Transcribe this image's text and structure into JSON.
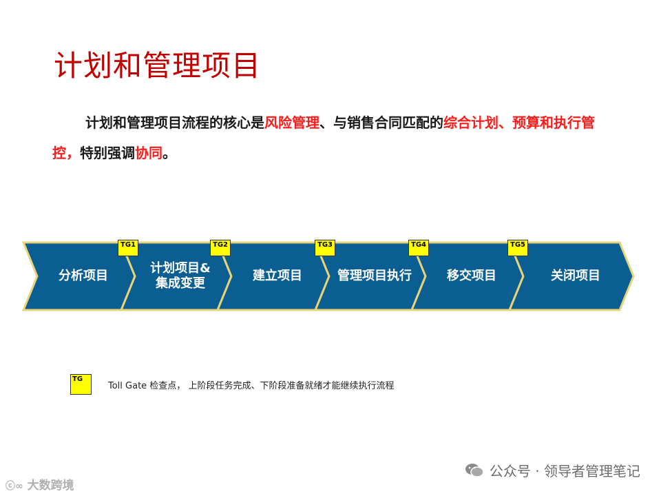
{
  "title": "计划和管理项目",
  "intro": {
    "p1": "计划和管理项目流程的核心是",
    "h1": "风险管理",
    "p2": "、与销售合同匹配的",
    "h2": "综合计划、预算和执行管控，",
    "p3": "特别强调",
    "h3": "协同",
    "p4": "。"
  },
  "stages": [
    {
      "label": "分析项目"
    },
    {
      "label": "计划项目&\n集成变更"
    },
    {
      "label": "建立项目"
    },
    {
      "label": "管理项目执行"
    },
    {
      "label": "移交项目"
    },
    {
      "label": "关闭项目"
    }
  ],
  "gates": [
    "TG1",
    "TG2",
    "TG3",
    "TG4",
    "TG5"
  ],
  "legend": {
    "box_label": "TG",
    "text": "Toll Gate 检查点， 上阶段任务完成、下阶段准备就绪才能继续执行流程"
  },
  "watermarks": {
    "right": "公众号 · 领导者管理笔记",
    "left": "大数跨境"
  },
  "colors": {
    "title": "#c00000",
    "highlight": "#ff1a1a",
    "chevron_fill": "#0a5e91",
    "chevron_border": "#e8d37a",
    "gate_fill": "#ffff00"
  }
}
